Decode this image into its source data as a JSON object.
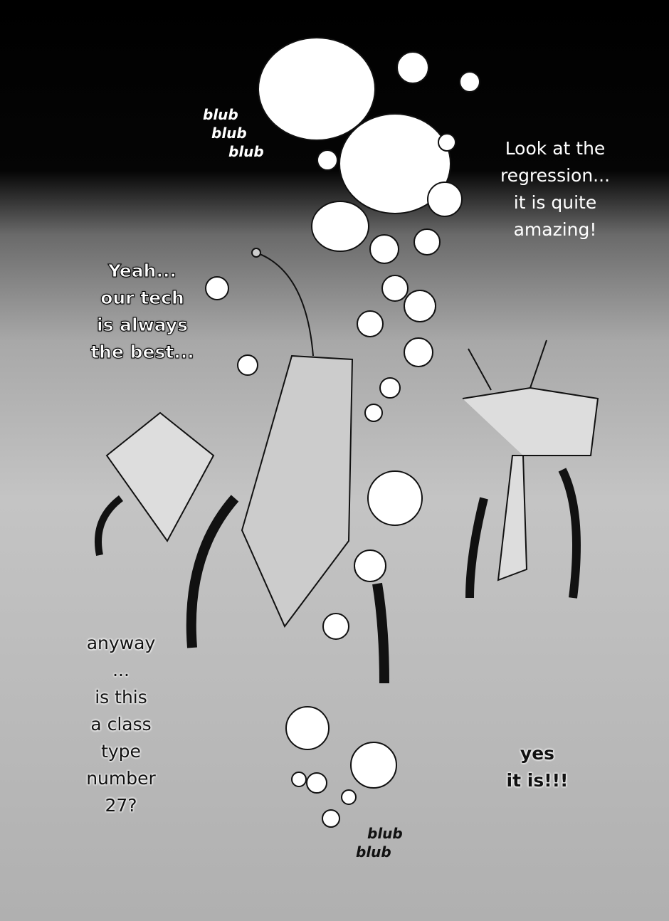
{
  "captions": {
    "blub_top": [
      "blub",
      "blub",
      "blub"
    ],
    "narrator": [
      "Look at the",
      "regression...",
      "it is quite",
      "amazing!"
    ],
    "left_robot": [
      "Yeah...",
      "our tech",
      "is always",
      "the best..."
    ],
    "question": [
      "anyway",
      "...",
      "is this",
      "a class",
      "type",
      "number",
      "27?"
    ],
    "answer": [
      "yes",
      "it is!!!"
    ],
    "blub_bottom": [
      "blub",
      "blub"
    ]
  }
}
